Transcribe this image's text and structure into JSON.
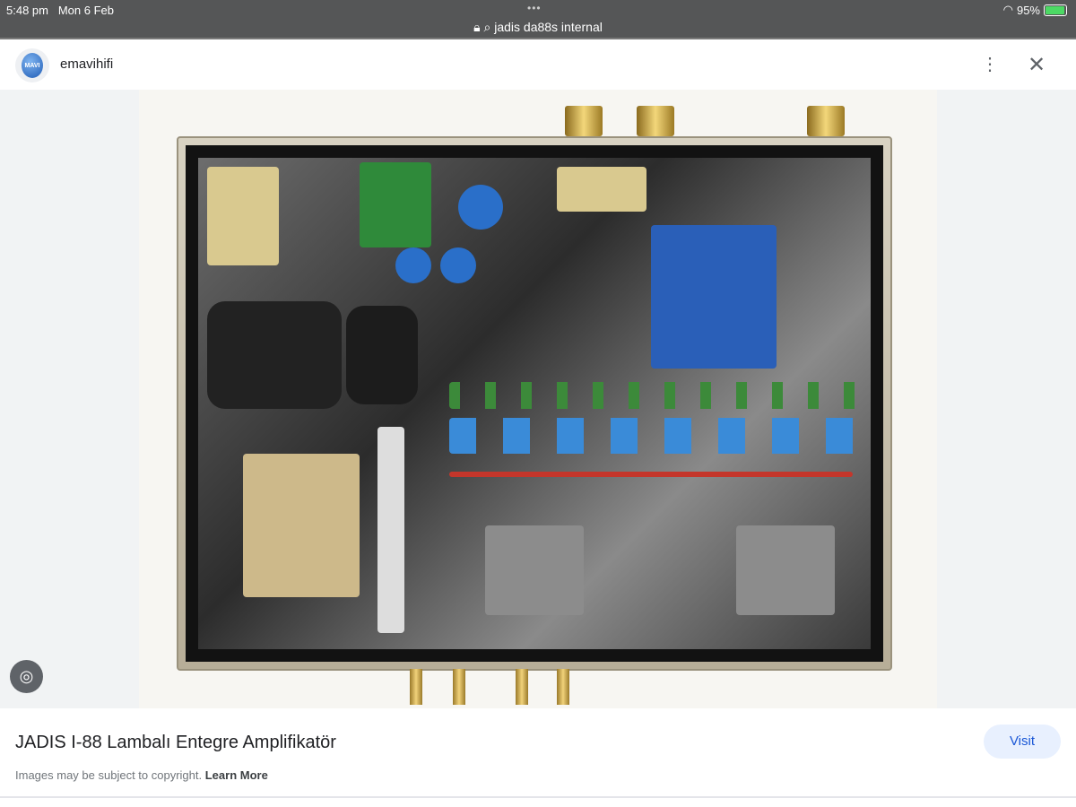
{
  "status_bar": {
    "time": "5:48 pm",
    "date": "Mon 6 Feb",
    "battery": "95%",
    "battery_level": 0.95,
    "url": "jadis da88s internal",
    "icons": [
      "wifi-icon",
      "battery-charging-icon",
      "lock-icon",
      "search-icon"
    ]
  },
  "header": {
    "site_name": "emavihifi",
    "logo_text": "MAVI"
  },
  "image": {
    "description_icon": "lens-icon"
  },
  "caption": {
    "title": "JADIS I-88 Lambalı Entegre Amplifikatör",
    "visit_label": "Visit",
    "copyright": "Images may be subject to copyright.",
    "learn_more": "Learn More"
  },
  "colors": {
    "accent": "#1a57d6",
    "visit_bg": "#e8f0fe",
    "status_bg": "#555657"
  }
}
